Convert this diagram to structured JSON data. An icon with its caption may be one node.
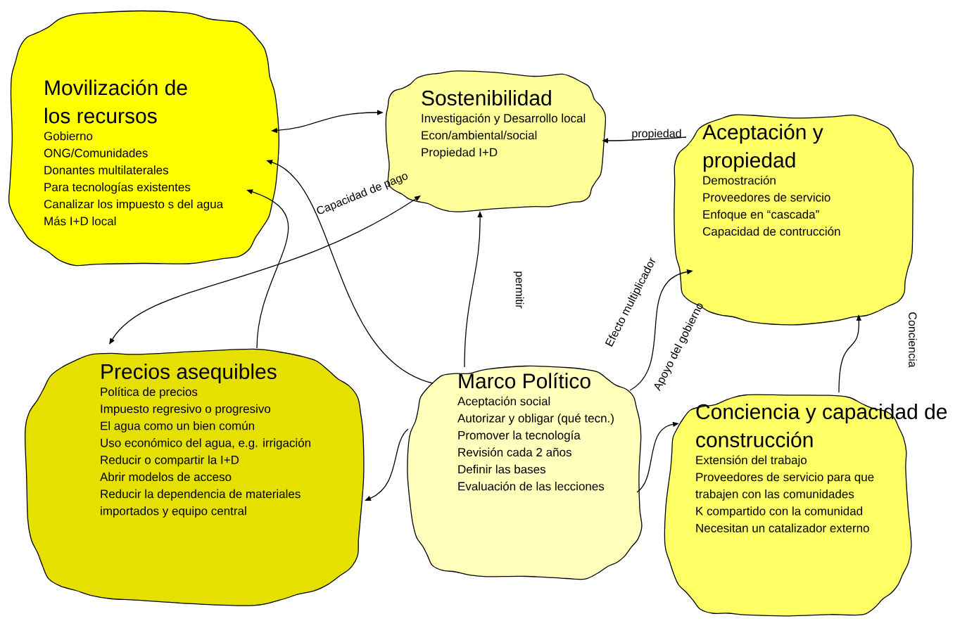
{
  "diagram": {
    "nodes": [
      {
        "text": [
          "Movilización de los recursos",
          "Gobierno",
          "ONG/Comunidades",
          "Donantes multilaterales",
          "Para tecnologías existentes",
          "Canalizar los impuesto s del agua",
          "Más I+D local"
        ]
      },
      {
        "text": [
          "Sostenibilidad",
          "Investigación y Desarrollo local",
          "Econ/ambiental/social",
          "Propiedad I+D"
        ]
      },
      {
        "text": [
          "Aceptación y propiedad",
          "Demostración",
          "Proveedores de servicio",
          "Enfoque en “cascada”",
          "Capacidad de contrucción"
        ]
      },
      {
        "text": [
          "Precios asequibles",
          "Política de precios",
          "Impuesto regresivo o progresivo",
          "El agua como un bien común",
          "Uso económico del agua, e.g. irrigación",
          "Reducir o compartir la I+D",
          "Abrir modelos de acceso",
          "Reducir la dependencia de materiales importados y equipo central"
        ]
      },
      {
        "text": [
          "Marco Político",
          "Aceptación social",
          "Autorizar y obligar (qué tecn.)",
          "Promover la tecnología",
          "Revisión cada 2 años",
          "Definir las bases",
          "Evaluación de las lecciones"
        ]
      },
      {
        "text": [
          "Conciencia y capacidad de construcción",
          "Extensión del trabajo",
          "Proveedores de servicio para que trabajen con las comunidades",
          "K compartido con la comunidad",
          "Necesitan un catalizador externo"
        ]
      }
    ],
    "edges": [
      {
        "from": 0,
        "to": 1,
        "arrow": "both"
      },
      {
        "from": 4,
        "to": 0,
        "arrow": "to"
      },
      {
        "from": 3,
        "to": 0,
        "arrow": "to"
      },
      {
        "from": 3,
        "to": 1,
        "arrow": "both",
        "label": "Capacidad de pago"
      },
      {
        "from": 4,
        "to": 1,
        "arrow": "to",
        "label": "permitir"
      },
      {
        "from": 2,
        "to": 1,
        "arrow": "to",
        "label": "propiedad"
      },
      {
        "from": 4,
        "to": 2,
        "arrow": "to",
        "label": "Efecto multiplicador"
      },
      {
        "from": 4,
        "to": 3,
        "arrow": "to"
      },
      {
        "from": 4,
        "to": 5,
        "arrow": "to"
      },
      {
        "from": 5,
        "to": 2,
        "arrow": "to",
        "label": "Conciencia"
      }
    ],
    "labels": [
      "Apoyo del gobierno"
    ]
  }
}
